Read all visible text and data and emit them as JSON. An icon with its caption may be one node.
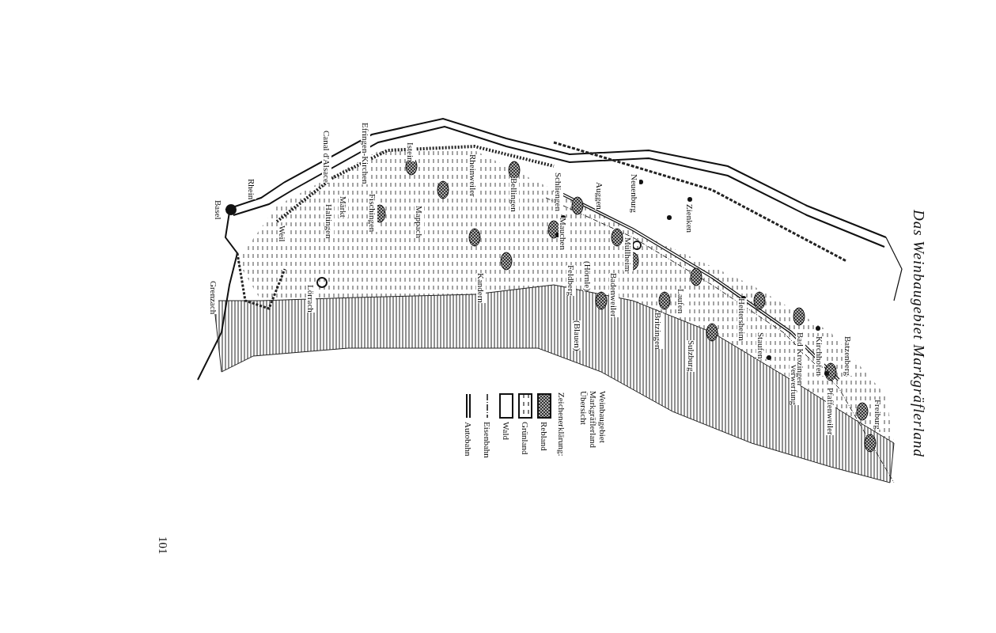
{
  "diagram": {
    "title": "Das Weinbaugebiet Markgräflerland",
    "labels": [
      "Canal d'Alsace",
      "Efringen-Kirchen",
      "Rhein",
      "Basel",
      "Istein",
      "Weil",
      "Märkt",
      "Haltingen",
      "Grenzach",
      "Lörrach",
      "Fischingen",
      "Mappach",
      "Rheinweiler",
      "Kandern",
      "Bellingen",
      "Schliengen",
      "Mauchen",
      "Feldberg",
      "(Hörnle)",
      "(Blauen)",
      "Auggen",
      "Badenweiler",
      "Müllheim",
      "Neuenburg",
      "Britzingen",
      "Laufen",
      "Zienken",
      "Sulzburg",
      "Heitersheim",
      "Staufen",
      "Verwerfung",
      "Bad Krozingen",
      "Kirchhofen",
      "Pfaffenweiler",
      "Batzenberg",
      "Freiburg",
      "Zeichenerklärung:",
      "Weinbaugebiet Markgräflerland Übersicht",
      "101"
    ],
    "legend": [
      {
        "text": "Rebland"
      },
      {
        "text": "Grünland"
      },
      {
        "text": "Wald"
      },
      {
        "text": "Eisenbahn"
      },
      {
        "text": "Autobahn"
      }
    ]
  }
}
